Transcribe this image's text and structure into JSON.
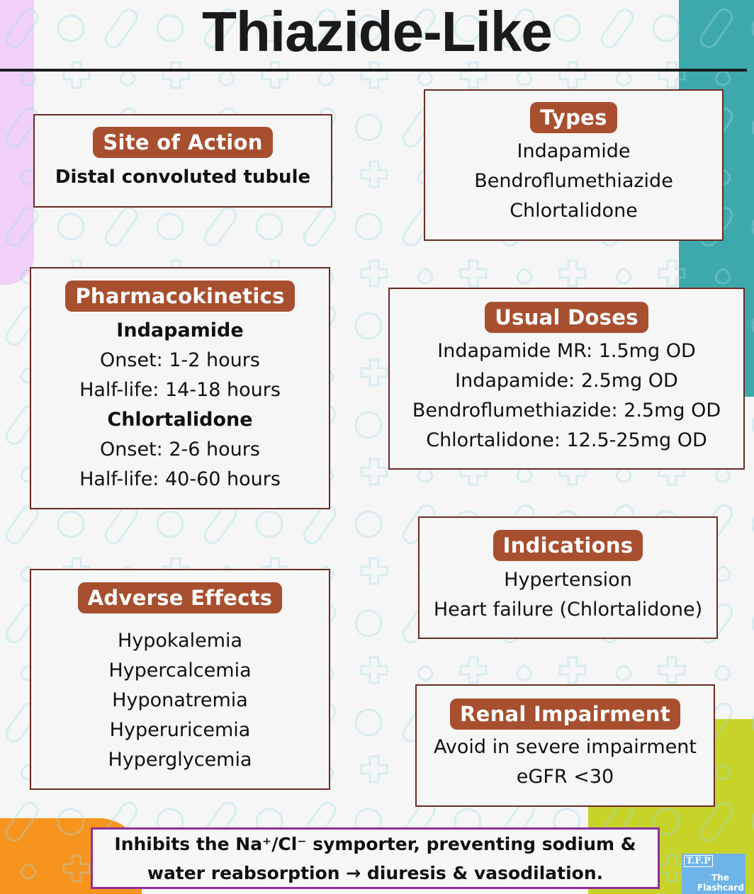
{
  "title": "Thiazide-Like",
  "site_of_action": {
    "heading": "Site of Action",
    "text": "Distal convoluted tubule"
  },
  "types": {
    "heading": "Types",
    "items": [
      "Indapamide",
      "Bendroflumethiazide",
      "Chlortalidone"
    ]
  },
  "pharmacokinetics": {
    "heading": "Pharmacokinetics",
    "drugs": [
      {
        "name": "Indapamide",
        "onset": "Onset: 1-2 hours",
        "half_life": "Half-life: 14-18 hours"
      },
      {
        "name": "Chlortalidone",
        "onset": "Onset: 2-6 hours",
        "half_life": "Half-life: 40-60 hours"
      }
    ]
  },
  "usual_doses": {
    "heading": "Usual Doses",
    "items": [
      "Indapamide MR: 1.5mg OD",
      "Indapamide: 2.5mg OD",
      "Bendroflumethiazide: 2.5mg OD",
      "Chlortalidone: 12.5-25mg OD"
    ]
  },
  "indications": {
    "heading": "Indications",
    "items": [
      "Hypertension",
      "Heart failure (Chlortalidone)"
    ]
  },
  "adverse_effects": {
    "heading": "Adverse Effects",
    "items": [
      "Hypokalemia",
      "Hypercalcemia",
      "Hyponatremia",
      "Hyperuricemia",
      "Hyperglycemia"
    ]
  },
  "renal_impairment": {
    "heading": "Renal Impairment",
    "items": [
      "Avoid in severe impairment",
      "eGFR <30"
    ]
  },
  "mechanism": {
    "line1": "Inhibits the Na⁺/Cl⁻ symporter, preventing sodium &",
    "line2": "water reabsorption → diuresis & vasodilation."
  },
  "logo": {
    "abbr": "T.F.P",
    "line1": "The",
    "line2": "Flashcard"
  },
  "colors": {
    "pill": "#a84f2f",
    "card_border": "#6b2a22",
    "teal": "#3ea9ad",
    "pink": "#f0cff8",
    "orange": "#f7941d",
    "lime": "#c8d32a",
    "mechanism_border": "#8e2f9a"
  }
}
